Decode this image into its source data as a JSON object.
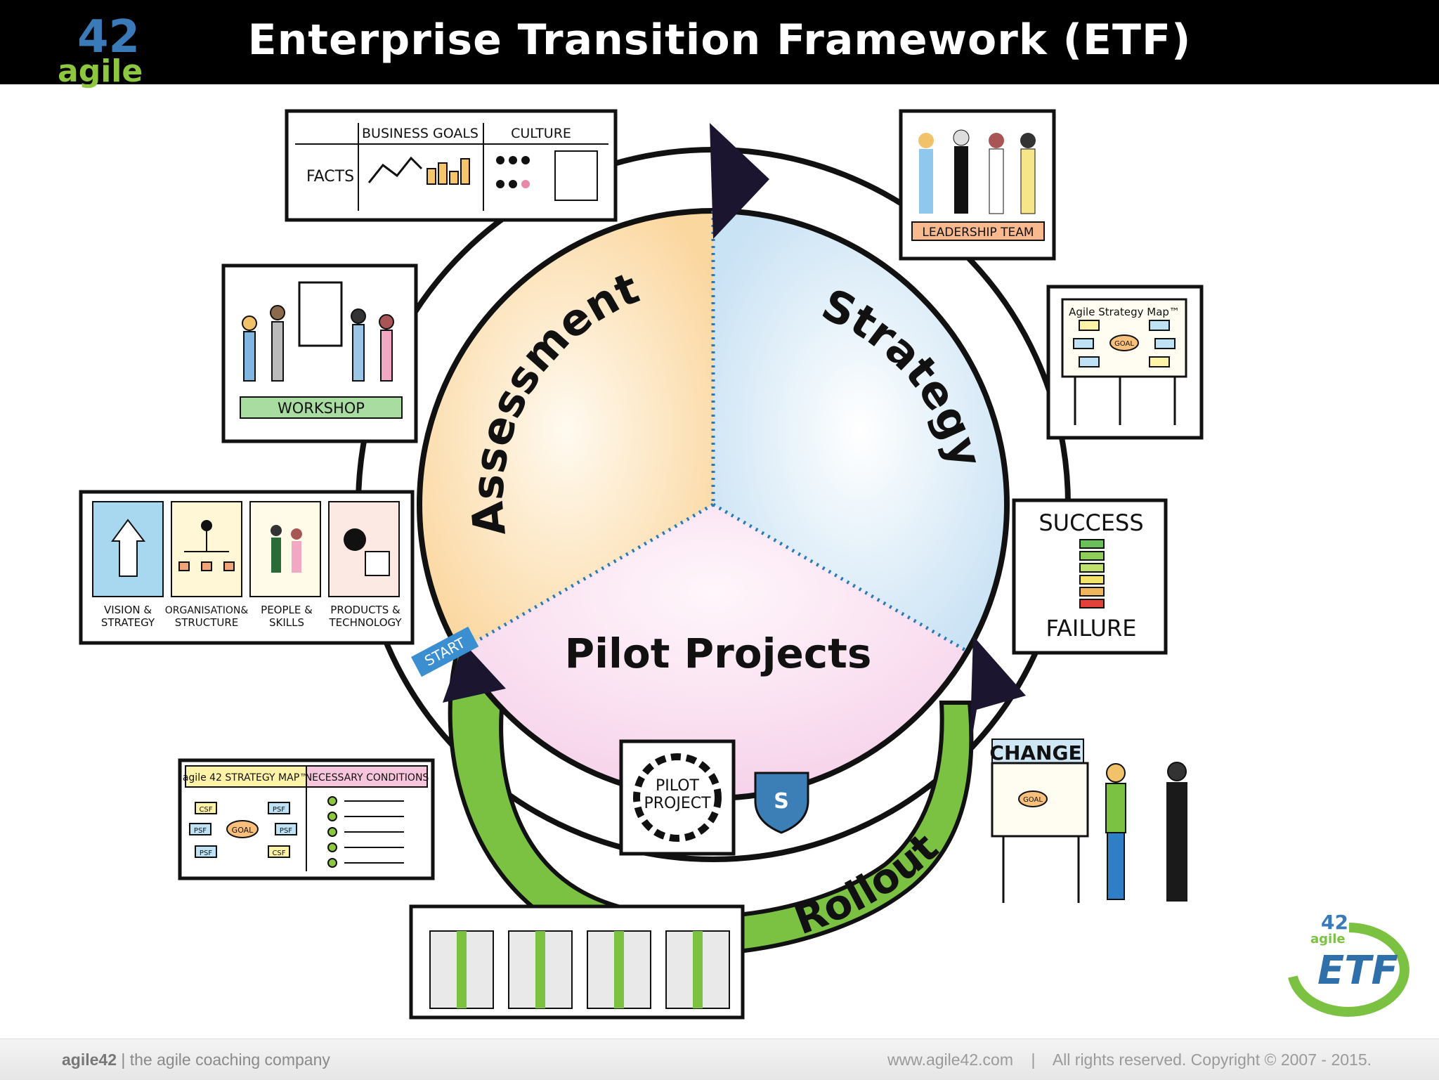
{
  "title": "Enterprise Transition Framework (ETF)",
  "logo": {
    "number": "42",
    "word": "agile"
  },
  "sectors": {
    "assessment": "Assessment",
    "strategy": "Strategy",
    "pilot": "Pilot Projects",
    "rollout": "Rollout",
    "start": "START"
  },
  "cards": {
    "goals": {
      "business_goals": "BUSINESS GOALS",
      "culture": "CULTURE",
      "facts": "FACTS"
    },
    "workshop": "WORKSHOP",
    "dimensions": [
      {
        "line1": "VISION &",
        "line2": "STRATEGY"
      },
      {
        "line1": "ORGANISATION&",
        "line2": "STRUCTURE"
      },
      {
        "line1": "PEOPLE &",
        "line2": "SKILLS"
      },
      {
        "line1": "PRODUCTS &",
        "line2": "TECHNOLOGY"
      }
    ],
    "strategy_map_card": {
      "left_header": "agile 42 STRATEGY MAP™",
      "right_header": "NECESSARY CONDITIONS"
    },
    "leadership": "LEADERSHIP TEAM",
    "agile_strategy_map": "Agile Strategy Map™",
    "success": "SUCCESS",
    "failure": "FAILURE",
    "change": "CHANGE",
    "pilot_project": {
      "line1": "PILOT",
      "line2": "PROJECT"
    },
    "shield": "S"
  },
  "map_labels": {
    "csf": "CSF",
    "psf": "PSF",
    "goal": "GOAL"
  },
  "badge": {
    "number": "42",
    "word": "agile",
    "etf": "ETF"
  },
  "footer": {
    "brand": "agile42",
    "tagline": "| the agile coaching company",
    "website": "www.agile42.com",
    "separator": "|",
    "copyright": "All rights reserved. Copyright © 2007 - 2015."
  },
  "colors": {
    "assessment": "#fbe0b4",
    "strategy": "#d8eaf6",
    "pilot": "#f9ddee",
    "rollout": "#7cc242",
    "accent_green": "#8dc63f",
    "accent_blue": "#3b7fb6"
  }
}
